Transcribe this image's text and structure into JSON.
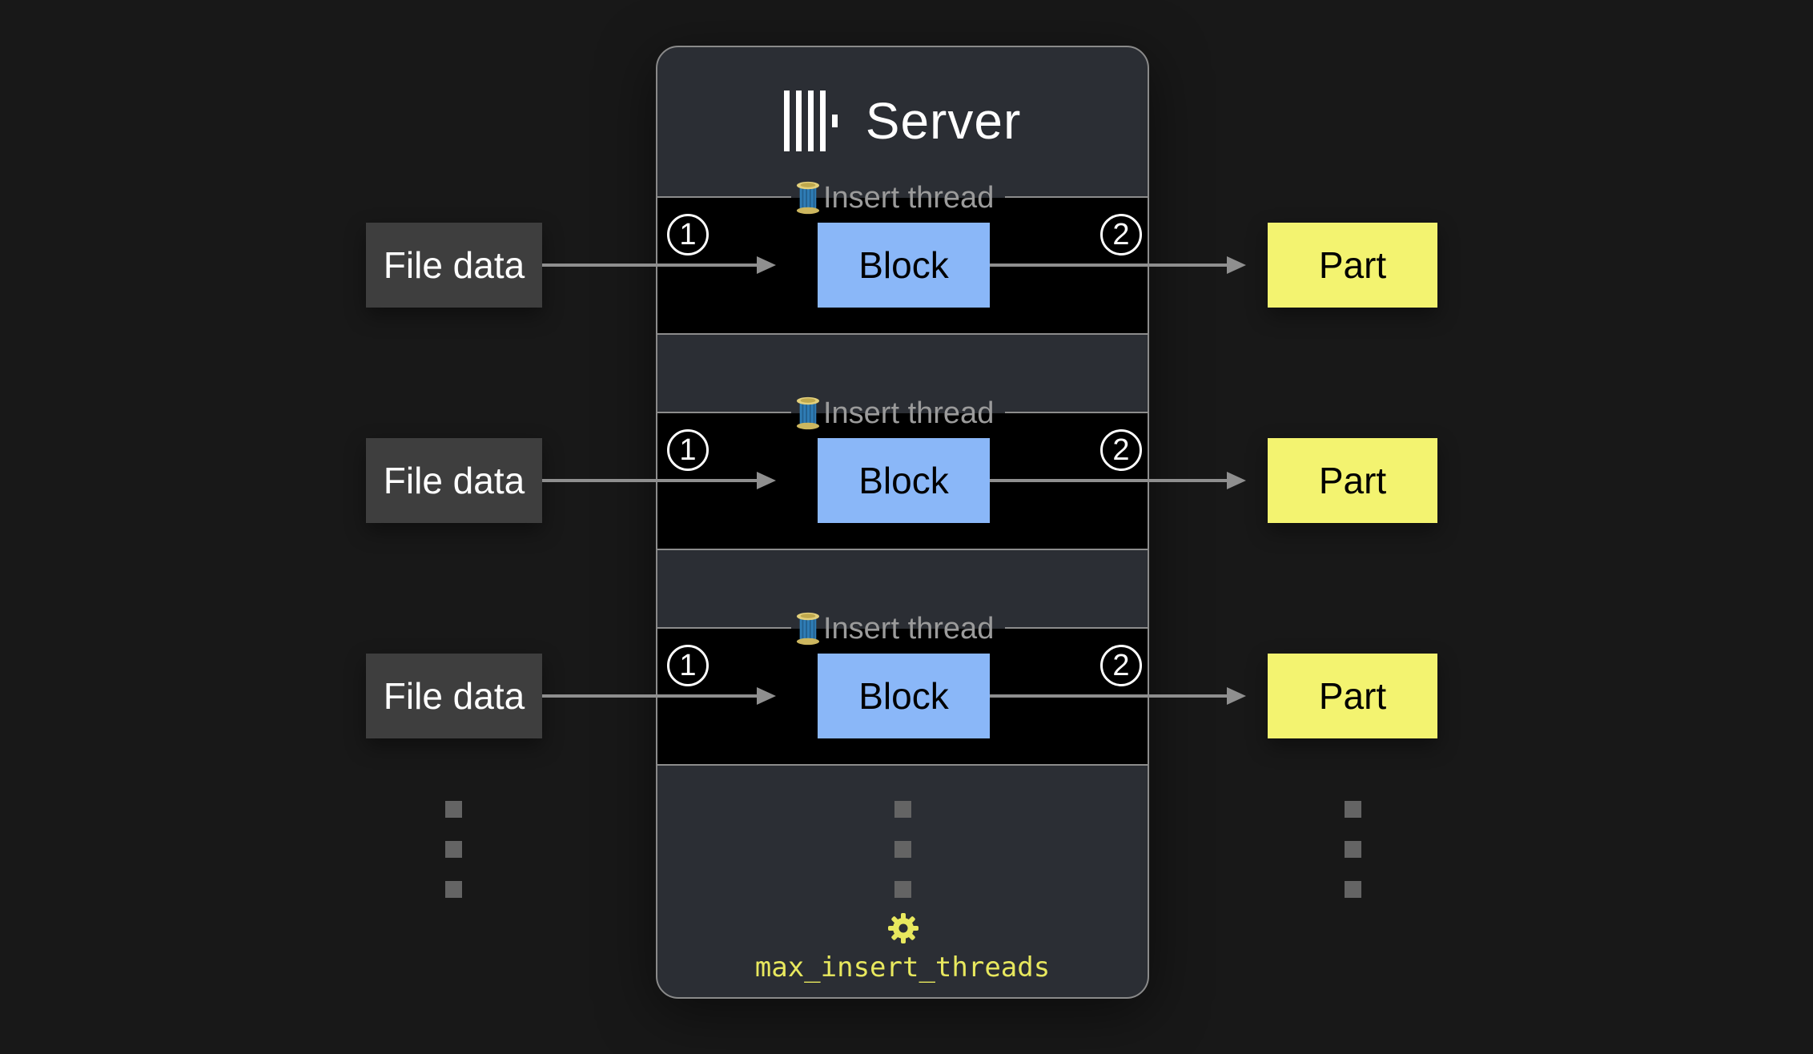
{
  "server": {
    "title": "Server",
    "logo_icon": "clickhouse-bars-logo",
    "setting_label": "max_insert_threads",
    "gear_icon": "gear"
  },
  "rows": [
    {
      "source_label": "File data",
      "thread_icon": "thread-spool",
      "thread_label": "Insert thread",
      "step_in": "1",
      "block_label": "Block",
      "step_out": "2",
      "output_label": "Part"
    },
    {
      "source_label": "File data",
      "thread_icon": "thread-spool",
      "thread_label": "Insert thread",
      "step_in": "1",
      "block_label": "Block",
      "step_out": "2",
      "output_label": "Part"
    },
    {
      "source_label": "File data",
      "thread_icon": "thread-spool",
      "thread_label": "Insert thread",
      "step_in": "1",
      "block_label": "Block",
      "step_out": "2",
      "output_label": "Part"
    }
  ],
  "ellipsis": {
    "columns": 3,
    "dots_per_column": 3
  },
  "colors": {
    "page_bg": "#181818",
    "panel_bg": "#2b2e34",
    "panel_border": "#8a8a8a",
    "row_bg": "#000000",
    "row_border": "#8c8c8c",
    "block_fill": "#8ab7f8",
    "part_fill": "#f3f370",
    "source_fill": "#3e3e3e",
    "arrow": "#8f8f8f",
    "legend_text": "#9b9b9b",
    "setting_text": "#e8e85e",
    "title_text": "#ffffff"
  }
}
